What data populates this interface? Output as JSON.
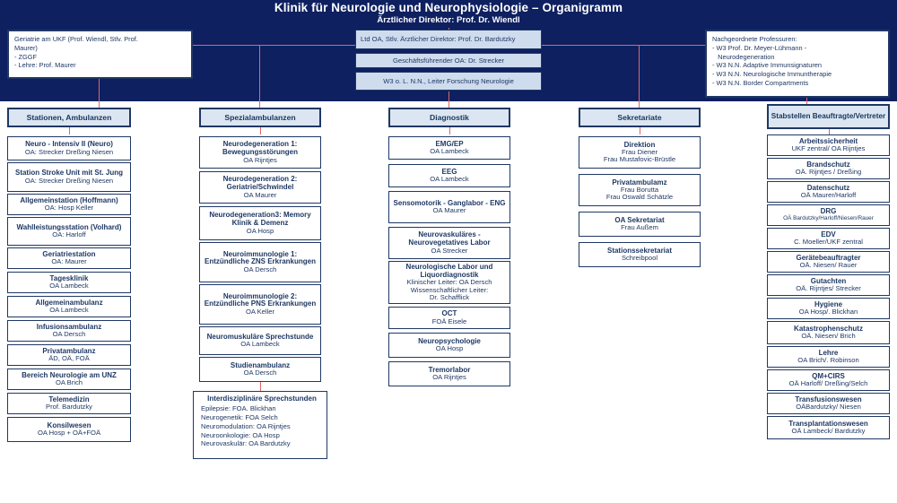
{
  "header": {
    "title": "Klinik für Neurologie und Neurophysiologie – Organigramm",
    "subtitle": "Ärztlicher Direktor: Prof. Dr. Wiendl"
  },
  "colors": {
    "header_band": "#0e2060",
    "box_border": "#1f3864",
    "box_fill_header": "#dce6f2",
    "director_fill": "#cfdcee",
    "connector": "#e06666"
  },
  "top": {
    "left_note": {
      "lines": [
        "Geriatrie am UKF (Prof. Wiendl, Stlv. Prof.",
        "Maurer)",
        "- ZGGF",
        "- Lehre: Prof. Maurer"
      ]
    },
    "center": [
      {
        "text": "Ltd OA, Stlv. Ärztlicher Direktor: Prof. Dr. Bardutzky",
        "align": "left"
      },
      {
        "text": "Geschäftsführender OA: Dr. Strecker",
        "align": "center"
      },
      {
        "text": "W3 o. L. N.N., Leiter Forschung Neurologie",
        "align": "center"
      }
    ],
    "right_note": {
      "lines": [
        "Nachgeordnete Professuren:",
        "- W3 Prof. Dr. Meyer-Lühmann -",
        "   Neurodegeneration",
        "- W3 N.N. Adaptive Immunsignaturen",
        "- W3 N.N. Neurologische Immuntherapie",
        "- W3 N.N. Border Compartments"
      ]
    }
  },
  "columns": [
    {
      "id": "stationen",
      "header": "Stationen, Ambulanzen",
      "items": [
        {
          "title": "Neuro - Intensiv II (Neuro)",
          "sub": "OA: Strecker Dreßing Niesen"
        },
        {
          "title": "Station Stroke Unit mit St. Jung",
          "sub": "OA: Strecker Dreßing Niesen"
        },
        {
          "title": "Allgemeinstation (Hoffmann)",
          "sub": "OA: Hosp  Keller"
        },
        {
          "title": "Wahlleistungsstation (Volhard)",
          "sub": "OA: Harloff"
        },
        {
          "title": "Geriatriestation",
          "sub": "OA: Maurer"
        },
        {
          "title": "Tagesklinik",
          "sub": "OA Lambeck"
        },
        {
          "title": "Allgemeinambulanz",
          "sub": "OA Lambeck"
        },
        {
          "title": "Infusionsambulanz",
          "sub": "OA Dersch"
        },
        {
          "title": "Privatambulanz",
          "sub": "ÄD, OÄ, FOÄ"
        },
        {
          "title": "Bereich Neurologie am UNZ",
          "sub": "OA Brich"
        },
        {
          "title": "Telemedizin",
          "sub": "Prof. Bardutzky"
        },
        {
          "title": "Konsilwesen",
          "sub": "OA Hosp + OÄ+FOÄ"
        }
      ]
    },
    {
      "id": "spezialambulanzen",
      "header": "Spezialambulanzen",
      "items": [
        {
          "title": "Neurodegeneration 1: Bewegungsstörungen",
          "sub": "OA Rijntjes"
        },
        {
          "title": "Neurodegeneration 2: Geriatrie/Schwindel",
          "sub": "OA Maurer"
        },
        {
          "title": "Neurodegeneration3: Memory Klinik & Demenz",
          "sub": "OA Hosp"
        },
        {
          "title": "Neuroimmunologie 1: Entzündliche ZNS Erkrankungen",
          "sub": "OA Dersch"
        },
        {
          "title": "Neuroimmunologie 2: Entzündliche PNS Erkrankungen",
          "sub": "OA Keller"
        },
        {
          "title": "Neuromuskuläre Sprechstunde",
          "sub": "OA Lambeck"
        },
        {
          "title": "Studienambulanz",
          "sub": "OA Dersch"
        }
      ],
      "extra_list": {
        "title": "Interdisziplinäre Sprechstunden",
        "items": [
          "Epilepsie: FOA. Blickhan",
          "Neurogenetik: FOA Selch",
          "Neuromodulation: OA Rijntjes",
          "Neuroonkologie: OA Hosp",
          "Neurovaskulär: OA Bardutzky"
        ]
      }
    },
    {
      "id": "diagnostik",
      "header": "Diagnostik",
      "items": [
        {
          "title": "EMG/EP",
          "sub": "OA Lambeck"
        },
        {
          "title": "EEG",
          "sub": "OA Lambeck"
        },
        {
          "title": "Sensomotorik - Ganglabor - ENG",
          "sub": "OA Maurer"
        },
        {
          "title": "Neurovaskuläres - Neurovegetatives Labor",
          "sub": "OA Strecker"
        },
        {
          "title": "Neurologische Labor und Liquordiagnostik",
          "sub": "Klinischer Leiter: OA Dersch\nWissenschaftlicher Leiter:\nDr. Schafflick"
        },
        {
          "title": "OCT",
          "sub": "FOÄ Eisele"
        },
        {
          "title": "Neuropsychologie",
          "sub": "OA Hosp"
        },
        {
          "title": "Tremorlabor",
          "sub": "OA Rijntjes"
        }
      ]
    },
    {
      "id": "sekretariate",
      "header": "Sekretariate",
      "items": [
        {
          "title": "Direktion",
          "sub": "Frau Diener\nFrau Mustafovic-Brüstle"
        },
        {
          "title": "Privatambulamz",
          "sub": "Frau Borutta\nFrau Oswald Schätzle"
        },
        {
          "title": "OA Sekretariat",
          "sub": "Frau Außem"
        },
        {
          "title": "Stationssekretariat",
          "sub": "Schreibpool"
        }
      ]
    },
    {
      "id": "stabstellen",
      "header": "Stabstellen Beauftragte/Vertreter",
      "items": [
        {
          "title": "Arbeitssicherheit",
          "sub": "UKF zentral/ OA Rijntjes"
        },
        {
          "title": "Brandschutz",
          "sub": "OÄ. Rijntjes / Dreßing"
        },
        {
          "title": "Datenschutz",
          "sub": "OÄ Maurer/Harloff"
        },
        {
          "title": "DRG",
          "sub": "OÄ Bardutzky/Harloff/Niesen/Rauer",
          "tiny": true
        },
        {
          "title": "EDV",
          "sub": "C. Moeller/UKF zentral"
        },
        {
          "title": "Gerätebeauftragter",
          "sub": "OÄ. Niesen/ Rauer"
        },
        {
          "title": "Gutachten",
          "sub": "OÄ. Rijntjes/ Strecker"
        },
        {
          "title": "Hygiene",
          "sub": "OA Hosp/. Blickhan"
        },
        {
          "title": "Katastrophenschutz",
          "sub": "OÄ. Niesen/ Brich"
        },
        {
          "title": "Lehre",
          "sub": "OA Brich/. Robinson"
        },
        {
          "title": "QM+CIRS",
          "sub": "OÄ Harloff/ Dreßing/Selch"
        },
        {
          "title": "Transfusionswesen",
          "sub": "OÄBardutzky/ Niesen"
        },
        {
          "title": "Transplantationswesen",
          "sub": "OÄ Lambeck/ Bardutzky"
        }
      ]
    }
  ]
}
